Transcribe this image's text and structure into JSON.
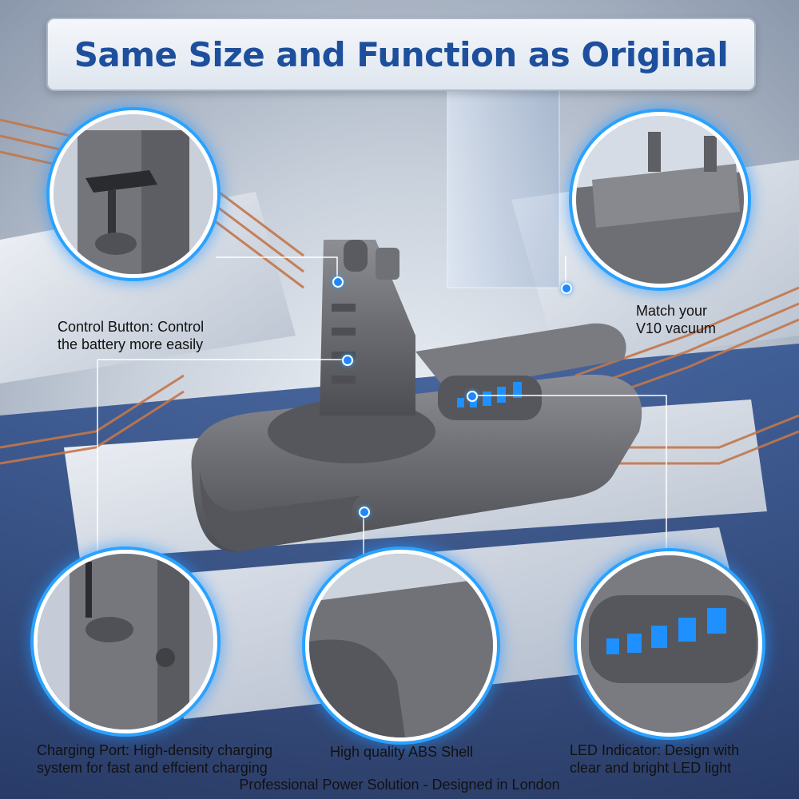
{
  "title": "Same Size and Function as Original",
  "captions": {
    "control": [
      "Control Button: Control",
      "the battery more easily"
    ],
    "match": [
      "Match your",
      "V10 vacuum"
    ],
    "charging": [
      "Charging Port: High-density charging",
      "system for fast and effcient charging"
    ],
    "shell": [
      "High quality ABS Shell"
    ],
    "led": [
      "LED Indicator: Design with",
      "clear and bright LED light"
    ]
  },
  "footer": "Professional Power Solution - Designed in London",
  "colors": {
    "title": "#1d4f9c",
    "glow": "#2aa2ff",
    "led": "#1e90ff",
    "battery": "#6e6f74"
  },
  "icons": [
    "battery-pack",
    "led-indicator"
  ]
}
